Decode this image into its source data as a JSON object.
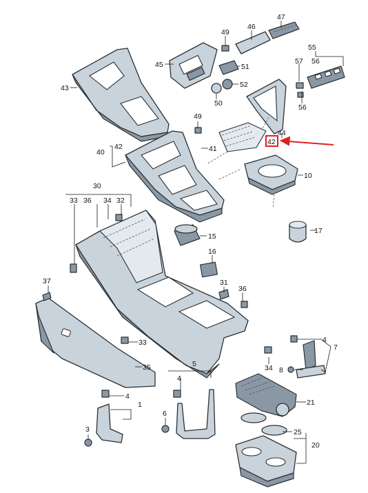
{
  "labels": {
    "n1": "1",
    "n3": "3",
    "n4a": "4",
    "n4b": "4",
    "n5": "5",
    "n6": "6",
    "n7": "7",
    "n8": "8",
    "n10": "10",
    "n15": "15",
    "n16": "16",
    "n17": "17",
    "n20": "20",
    "n21": "21",
    "n25": "25",
    "n30": "30",
    "n31": "31",
    "n32": "32",
    "n33a": "33",
    "n33b": "33",
    "n34a": "34",
    "n34b": "34",
    "n35": "35",
    "n36a": "36",
    "n36b": "36",
    "n37": "37",
    "n40": "40",
    "n41": "41",
    "n42a": "42",
    "n42b": "42",
    "n43": "43",
    "n44": "44",
    "n45": "45",
    "n46": "46",
    "n47": "47",
    "n49a": "49",
    "n49b": "49",
    "n50": "50",
    "n51": "51",
    "n52": "52",
    "n55": "55",
    "n56a": "56",
    "n56b": "56",
    "n57": "57"
  },
  "highlight": {
    "color": "#e02020"
  }
}
